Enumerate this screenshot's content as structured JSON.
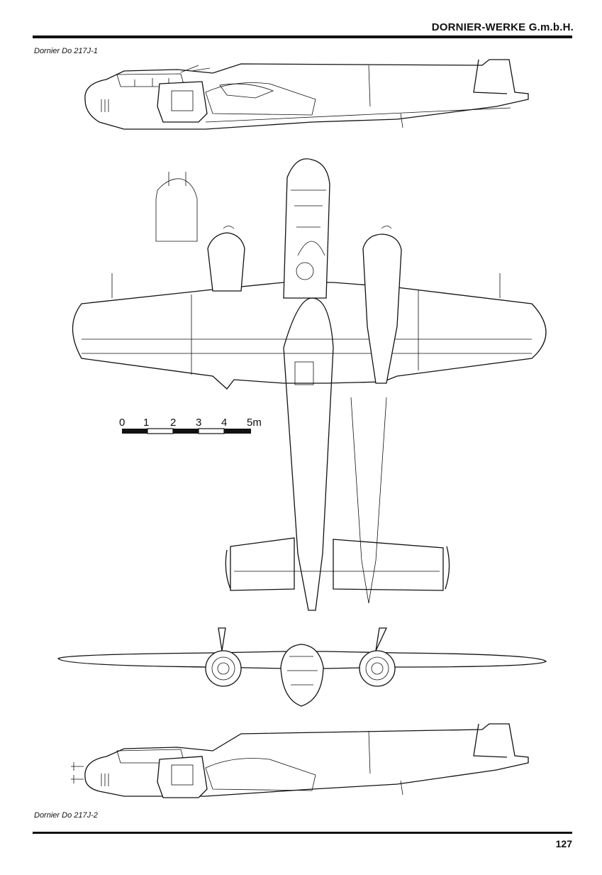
{
  "header": {
    "publisher": "DORNIER-WERKE G.m.b.H."
  },
  "captions": {
    "top_view": "Dornier Do 217J-1",
    "bottom_view": "Dornier Do 217J-2"
  },
  "scale_bar": {
    "labels": [
      "0",
      "1",
      "2",
      "3",
      "4",
      "5m"
    ]
  },
  "footer": {
    "page_number": "127"
  }
}
